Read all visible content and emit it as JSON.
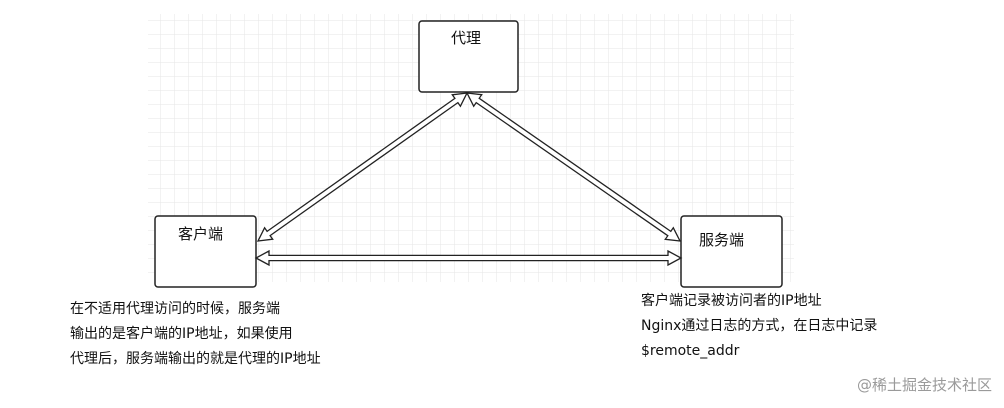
{
  "diagram": {
    "nodes": {
      "proxy": {
        "label": "代理"
      },
      "client": {
        "label": "客户端"
      },
      "server": {
        "label": "服务端"
      }
    },
    "notes": {
      "left": [
        "在不适用代理访问的时候，服务端",
        "输出的是客户端的IP地址，如果使用",
        "代理后，服务端输出的就是代理的IP地址"
      ],
      "right": [
        "客户端记录被访问者的IP地址",
        "Nginx通过日志的方式，在日志中记录",
        "$remote_addr"
      ]
    }
  },
  "watermark": "@稀土掘金技术社区",
  "colors": {
    "grid": "#e6e6e6",
    "stroke": "#222222"
  }
}
